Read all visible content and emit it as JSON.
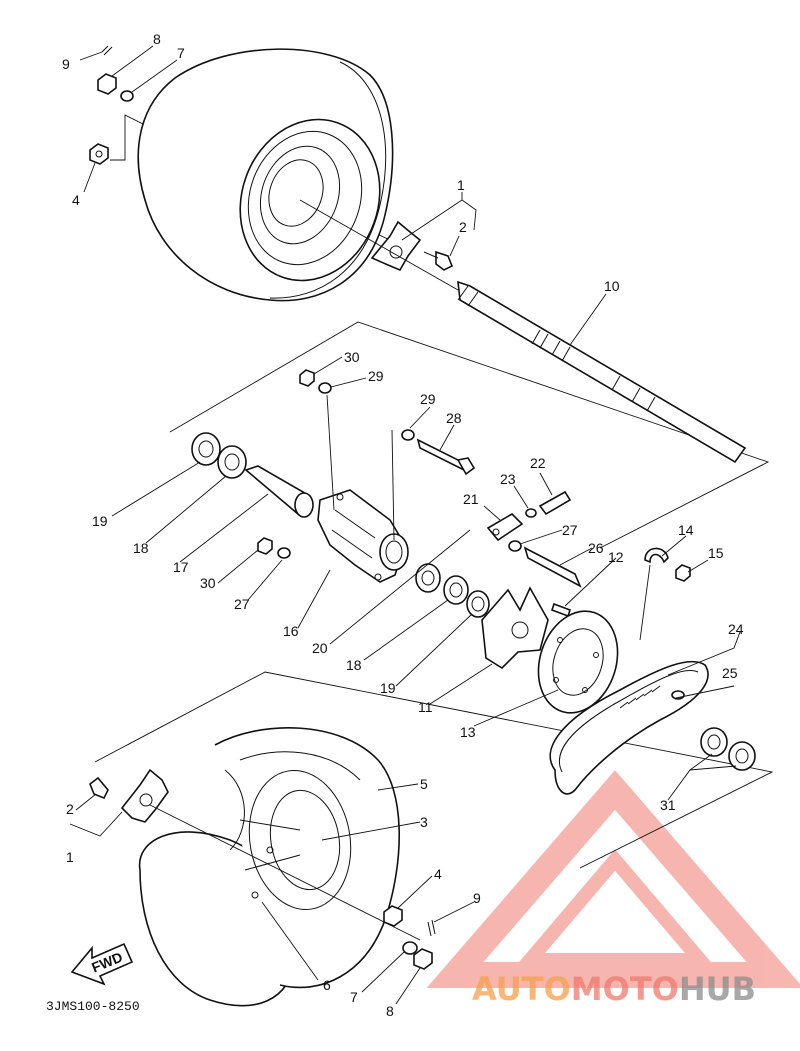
{
  "diagram": {
    "labels": {
      "p1_top": "1",
      "p2_top": "2",
      "p4_top": "4",
      "p7_top": "7",
      "p8_top": "8",
      "p9_top": "9",
      "p10": "10",
      "p30_top": "30",
      "p29_top": "29",
      "p29_mid": "29",
      "p28": "28",
      "p22": "22",
      "p23": "23",
      "p21": "21",
      "p27_mid": "27",
      "p26": "26",
      "p12": "12",
      "p14": "14",
      "p15": "15",
      "p19_left": "19",
      "p18_left": "18",
      "p17": "17",
      "p30_left": "30",
      "p27_left": "27",
      "p16": "16",
      "p20": "20",
      "p18_mid": "18",
      "p19_mid": "19",
      "p11": "11",
      "p13": "13",
      "p24": "24",
      "p25": "25",
      "p31": "31",
      "p5": "5",
      "p3": "3",
      "p2_bot": "2",
      "p1_bot": "1",
      "p4_bot": "4",
      "p9_bot": "9",
      "p6": "6",
      "p7_bot": "7",
      "p8_bot": "8"
    },
    "fwd_label": "FWD",
    "drawing_code": "3JMS100-8250"
  },
  "watermark": {
    "part1": "AUTO",
    "part2": "MOTO",
    "part3": "HUB",
    "colors": {
      "orange": "#f6a04d",
      "red": "#f07a6e",
      "gray": "#8c8c8c"
    }
  }
}
